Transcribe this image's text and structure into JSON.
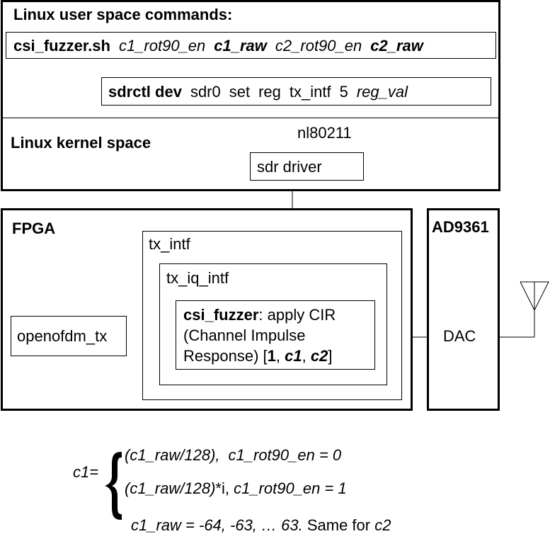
{
  "user_space": {
    "title": "Linux user space commands:",
    "fuzzer_cmd": {
      "script": "csi_fuzzer.sh",
      "arg1": "c1_rot90_en",
      "arg2": "c1_raw",
      "arg3": "c2_rot90_en",
      "arg4": "c2_raw"
    },
    "sdrctl_cmd": {
      "cmd": "sdrctl dev",
      "w1": "sdr0",
      "w2": "set",
      "w3": "reg",
      "w4": "tx_intf",
      "w5": "5",
      "w6": "reg_val"
    }
  },
  "kernel_space": {
    "title": "Linux kernel space",
    "link_label": "nl80211",
    "driver": "sdr driver"
  },
  "fpga": {
    "title": "FPGA",
    "tx_intf": "tx_intf",
    "tx_iq_intf": "tx_iq_intf",
    "openofdm_tx": "openofdm_tx",
    "csi_fuzzer": {
      "name": "csi_fuzzer",
      "line1_rest": ": apply CIR",
      "line2": "(Channel Impulse",
      "line3_start": "Response) [",
      "v1": "1",
      "sep1": ", ",
      "v2": "c1",
      "sep2": ", ",
      "v3": "c2",
      "line3_end": "]"
    }
  },
  "ad9361": {
    "title": "AD9361",
    "dac": "DAC"
  },
  "formula": {
    "lhs": "c1=",
    "case1_expr": "(c1_raw/128),",
    "case1_cond": "c1_rot90_en = 0",
    "case2_expr": "(c1_raw/128)",
    "case2_mult": "*i, ",
    "case2_cond": "c1_rot90_en = 1",
    "range_expr": "c1_raw = -64, -63, … 63.",
    "range_note": " Same for ",
    "range_tail": "c2"
  }
}
